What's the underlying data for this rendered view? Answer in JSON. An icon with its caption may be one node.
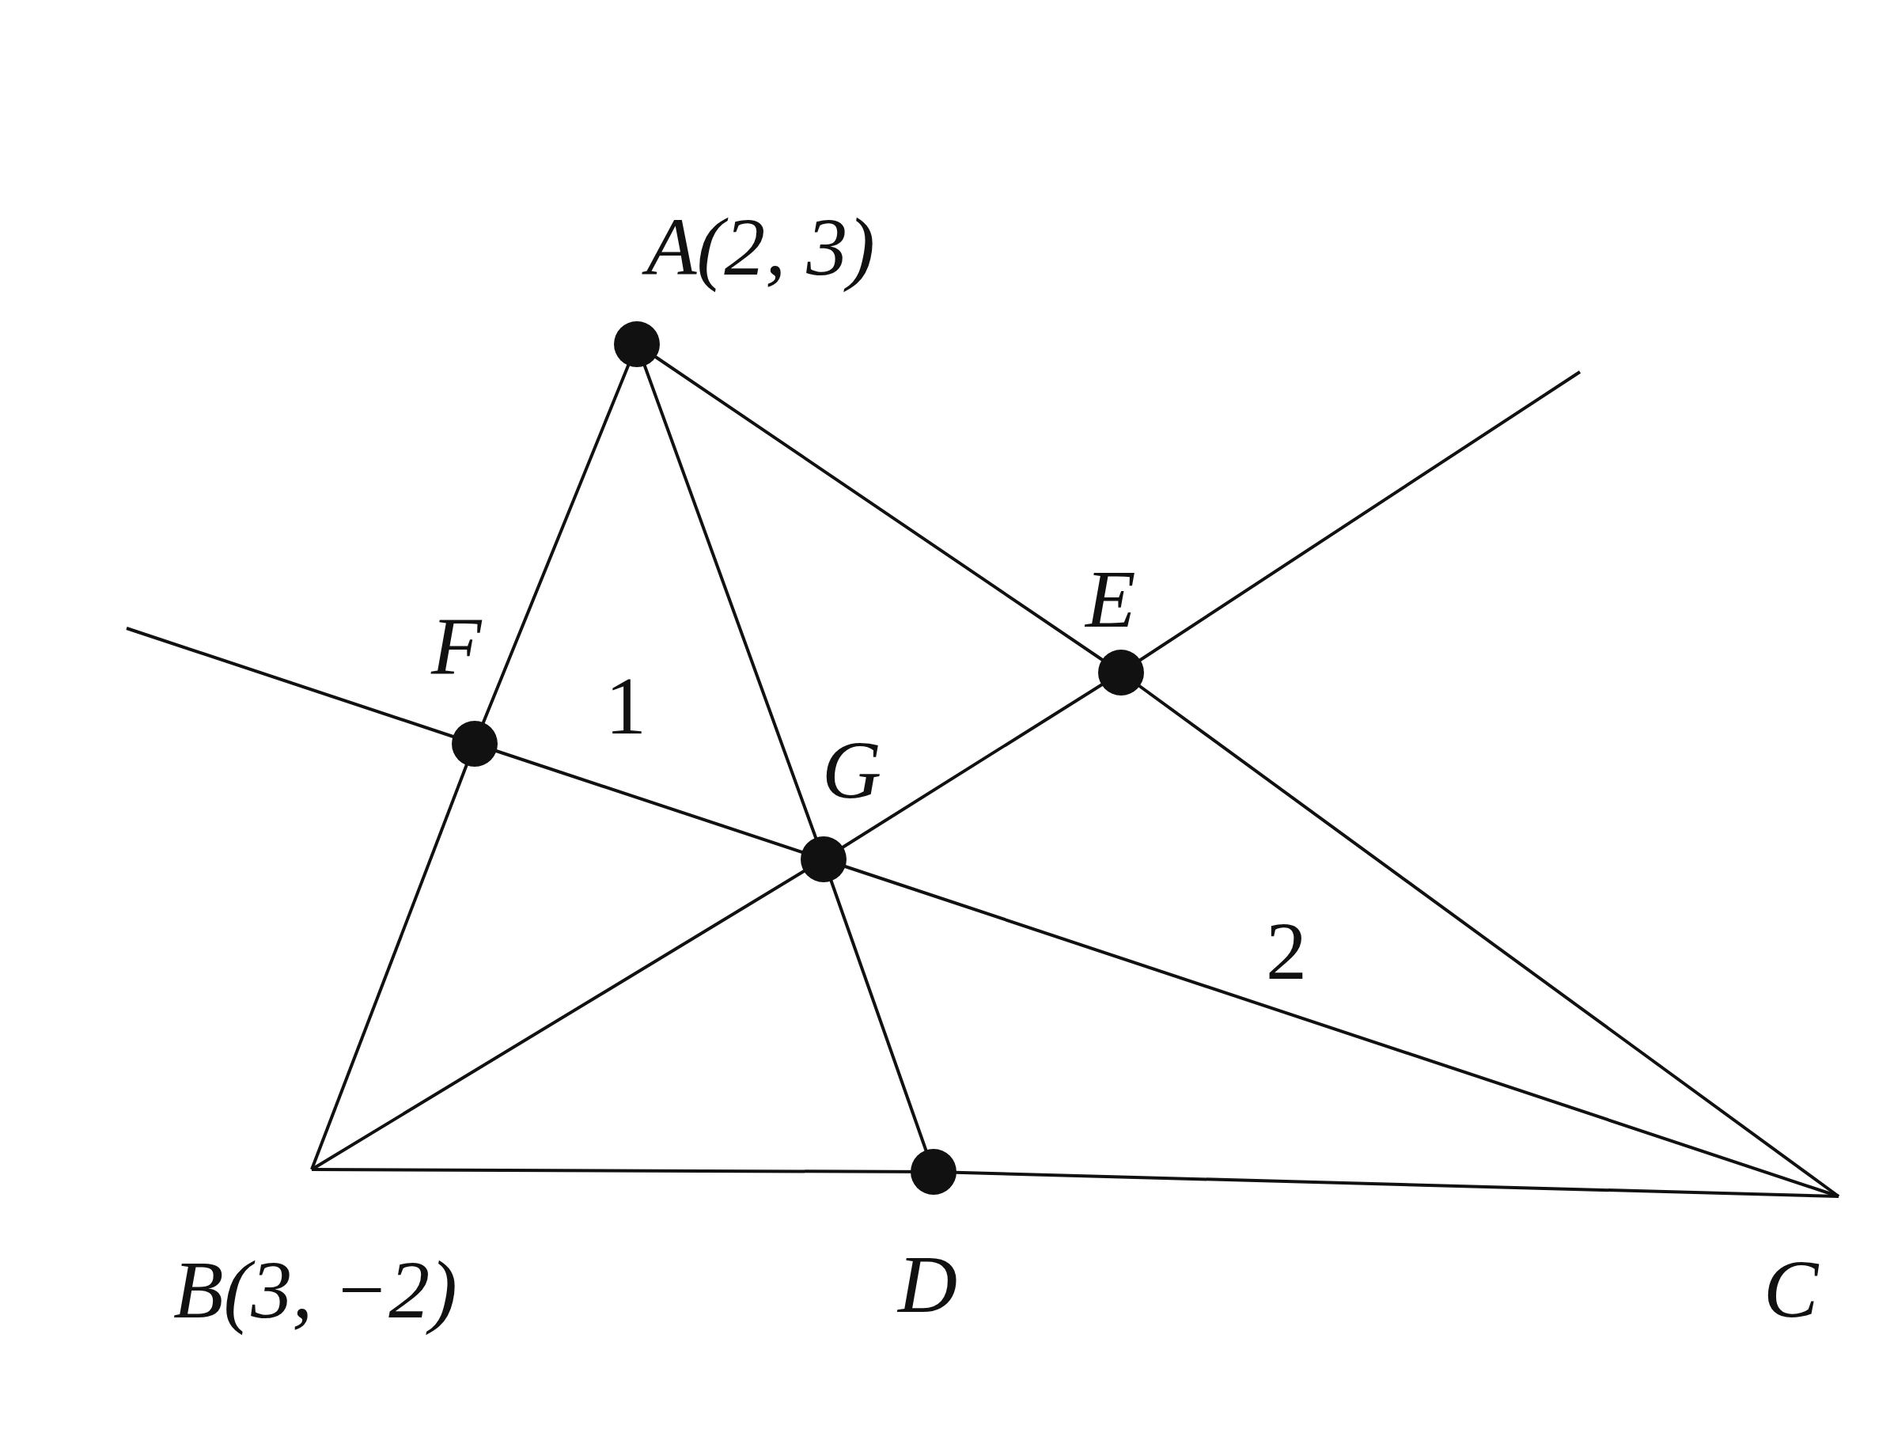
{
  "diagram": {
    "nodes": [
      {
        "text": [
          "A(2, 3)"
        ]
      },
      {
        "text": [
          "B(3, −2)"
        ]
      },
      {
        "text": [
          "C"
        ]
      },
      {
        "text": [
          "D"
        ]
      },
      {
        "text": [
          "E"
        ]
      },
      {
        "text": [
          "F"
        ]
      },
      {
        "text": [
          "G"
        ]
      }
    ],
    "edges": [
      {
        "from": 0,
        "to": 5,
        "arrow": "none"
      },
      {
        "from": 5,
        "to": 1,
        "arrow": "none"
      },
      {
        "from": 0,
        "to": 4,
        "arrow": "none"
      },
      {
        "from": 4,
        "to": 2,
        "arrow": "none"
      },
      {
        "from": 1,
        "to": 3,
        "arrow": "none"
      },
      {
        "from": 3,
        "to": 2,
        "arrow": "none"
      },
      {
        "from": 0,
        "to": 6,
        "arrow": "none"
      },
      {
        "from": 6,
        "to": 3,
        "arrow": "none"
      },
      {
        "from": 1,
        "to": 6,
        "arrow": "none"
      },
      {
        "from": 6,
        "to": 4,
        "arrow": "none"
      },
      {
        "from": 4,
        "to": null,
        "arrow": "none"
      },
      {
        "from": 2,
        "to": 6,
        "arrow": "none"
      },
      {
        "from": 6,
        "to": 5,
        "arrow": "none"
      },
      {
        "from": 5,
        "to": null,
        "arrow": "none"
      }
    ],
    "labels": [
      "1",
      "2"
    ]
  }
}
